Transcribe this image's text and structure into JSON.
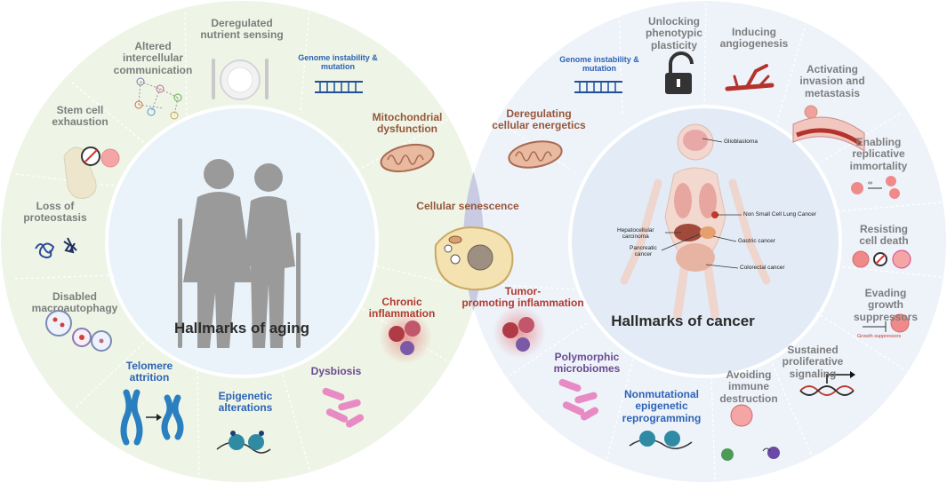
{
  "aging": {
    "title": "Hallmarks of aging",
    "outer_hallmarks": [
      "Deregulated\nnutrient sensing",
      "Altered\nintercellular\ncommunication",
      "Stem cell\nexhaustion",
      "Loss of\nproteostasis",
      "Disabled\nmacroautophagy",
      "Telomere\nattrition",
      "Epigenetic\nalterations"
    ]
  },
  "shared": {
    "genome_aging": "Genome instability &\nmutation",
    "genome_cancer": "Genome instability &\nmutation",
    "mito": "Mitochondrial\ndysfunction",
    "energetics": "Deregulating\ncellular energetics",
    "senescence": "Cellular senescence",
    "chronic": "Chronic\ninflammation",
    "tumor": "Tumor-\npromoting inflammation",
    "dysbiosis": "Dysbiosis",
    "microbiomes": "Polymorphic\nmicrobiomes"
  },
  "cancer": {
    "title": "Hallmarks of cancer",
    "outer_hallmarks": [
      "Unlocking\nphenotypic\nplasticity",
      "Inducing\nangiogenesis",
      "Activating\ninvasion and\nmetastasis",
      "Enabling\nreplicative\nimmortality",
      "Resisting cell death",
      "Evading growth\nsuppressors",
      "Sustained\nproliferative\nsignaling",
      "Avoiding\nimmune\ndestruction",
      "Nonmutational\nepigenetic\nreprogramming"
    ],
    "growth_suppressors_caption": "Growth suppressors",
    "organ_labels": {
      "glioblastoma": "Glioblastoma",
      "lung": "Non Small Cell Lung Cancer",
      "hepato": "Hepatocellular\ncarcinoma",
      "pancreatic": "Pancreatic\ncancer",
      "gastric": "Gastric cancer",
      "colorectal": "Colorectal cancer"
    }
  },
  "colors": {
    "aging_outer": "#eef5e6",
    "aging_inner": "#eaf3f9",
    "overlap": "#c9cbe3",
    "cancer_outer": "#eef3fa",
    "cancer_inner": "#e3ecf6",
    "blue_text": "#2d63b5",
    "red_text": "#b23a30"
  }
}
